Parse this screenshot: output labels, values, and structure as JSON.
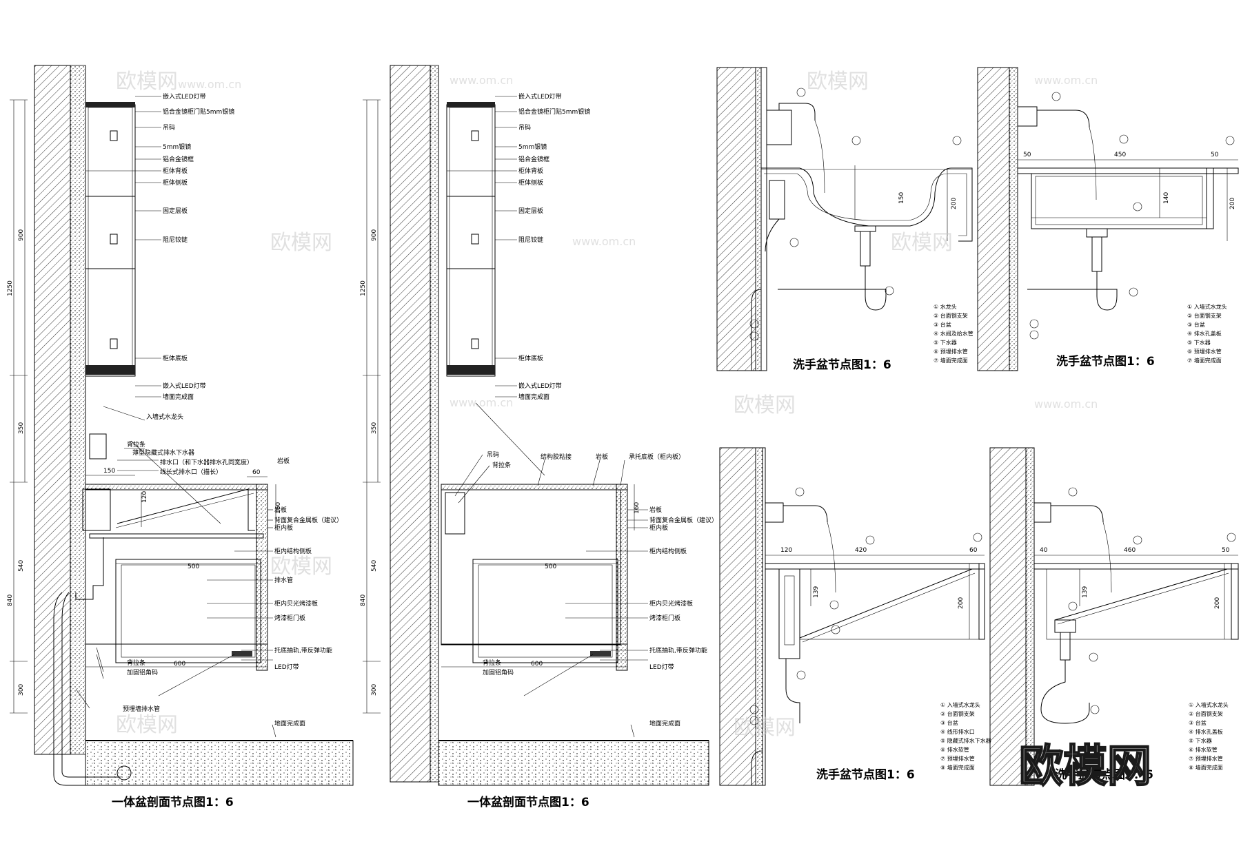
{
  "drawings": [
    {
      "id": "section-a",
      "title": "一体盆剖面节点图1：6",
      "top_labels": [
        "嵌入式LED灯带",
        "铝合金镜柜门贴5mm银镜",
        "吊码",
        "5mm银镜",
        "铝合金镜框",
        "柜体背板",
        "柜体侧板",
        "固定层板",
        "阻尼铰链",
        "柜体底板",
        "嵌入式LED灯带",
        "墙面完成面"
      ],
      "mid_labels": [
        "入墙式水龙头",
        "背拉条",
        "薄型隐藏式排水下水器",
        "排水口（和下水器排水孔同宽度）",
        "线长式排水口（描长）",
        "岩板"
      ],
      "low_labels": [
        "岩板",
        "背面复合金属板（建议）",
        "柜内板",
        "柜内结构侧板",
        "排水管",
        "柜内贝光烤漆板",
        "烤漆柜门板",
        "托底抽轨,带反弹功能",
        "LED灯带",
        "背拉条",
        "加固铝角码",
        "预埋墙排水管",
        "地面完成面"
      ],
      "dims": {
        "d150": "150",
        "d60": "60",
        "d120": "120",
        "d160": "160",
        "d500": "500",
        "d600": "600",
        "v900": "900",
        "v1250": "1250",
        "v350": "350",
        "v540": "540",
        "v840": "840",
        "v300": "300"
      }
    },
    {
      "id": "section-b",
      "title": "一体盆剖面节点图1：6",
      "top_labels": [
        "嵌入式LED灯带",
        "铝合金镜柜门贴5mm银镜",
        "吊码",
        "5mm银镜",
        "铝合金镜框",
        "柜体背板",
        "柜体侧板",
        "固定层板",
        "阻尼铰链",
        "柜体底板",
        "嵌入式LED灯带",
        "墙面完成面"
      ],
      "mid_labels": [
        "吊码",
        "背拉条",
        "结构胶粘接",
        "岩板",
        "承托底板（柜内板）"
      ],
      "low_labels": [
        "岩板",
        "背面复合金属板（建议）",
        "柜内板",
        "柜内结构侧板",
        "柜内贝光烤漆板",
        "烤漆柜门板",
        "托底抽轨,带反弹功能",
        "LED灯带",
        "背拉条",
        "加固铝角码",
        "地面完成面"
      ],
      "dims": {
        "d500": "500",
        "d600": "600",
        "d160": "160",
        "v900": "900",
        "v1250": "1250",
        "v350": "350",
        "v540": "540",
        "v840": "840",
        "v300": "300"
      }
    }
  ],
  "basins": [
    {
      "id": "basin-1",
      "title": "洗手盆节点图1：6",
      "dims": {
        "h150": "150",
        "h200": "200"
      },
      "legend": [
        "① 水龙头",
        "② 台面钢支架",
        "③ 台盆",
        "④ 水阀及给水管",
        "⑤ 下水器",
        "⑥ 预埋排水管",
        "⑦ 墙面完成面"
      ]
    },
    {
      "id": "basin-2",
      "title": "洗手盆节点图1：6",
      "dims": {
        "w50a": "50",
        "w450": "450",
        "w50b": "50",
        "h140": "140",
        "h200": "200"
      },
      "legend": [
        "① 入墙式水龙头",
        "② 台面钢支架",
        "③ 台盆",
        "④ 排水孔盖板",
        "⑤ 下水器",
        "⑥ 预埋排水管",
        "⑦ 墙面完成面"
      ]
    },
    {
      "id": "basin-3",
      "title": "洗手盆节点图1：6",
      "dims": {
        "w120": "120",
        "w420": "420",
        "w60": "60",
        "h139": "139",
        "h200": "200"
      },
      "legend": [
        "① 入墙式水龙头",
        "② 台面钢支架",
        "③ 台盆",
        "④ 线形排水口",
        "⑤ 隐藏式排水下水器",
        "⑥ 排水软管",
        "⑦ 预埋排水管",
        "⑧ 墙面完成面"
      ]
    },
    {
      "id": "basin-4",
      "title": "洗手盆节点图1：6",
      "dims": {
        "w40": "40",
        "w460": "460",
        "w50": "50",
        "h139": "139",
        "h200": "200"
      },
      "legend": [
        "① 入墙式水龙头",
        "② 台面钢支架",
        "③ 台盆",
        "④ 排水孔盖板",
        "⑤ 下水器",
        "⑥ 排水软管",
        "⑦ 预埋排水管",
        "⑧ 墙面完成面"
      ]
    }
  ],
  "watermarks": {
    "logo": "欧模网",
    "url": "www.om.cn",
    "big": "欧模网"
  }
}
